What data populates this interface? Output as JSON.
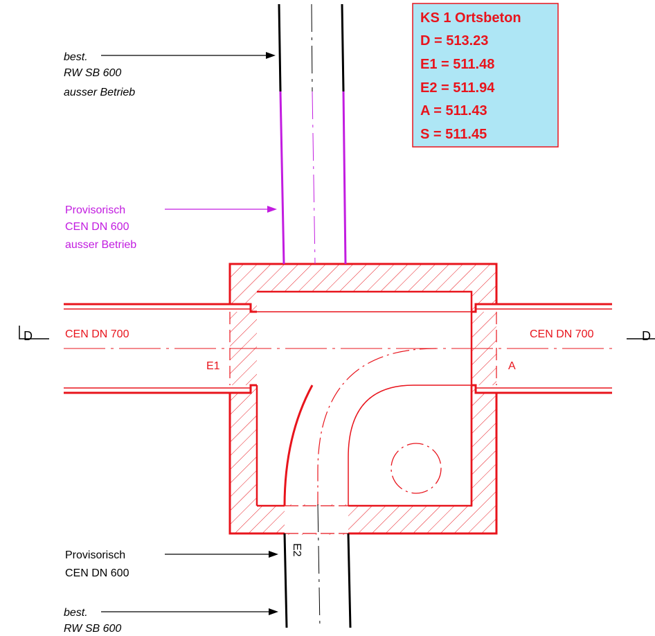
{
  "info_box": {
    "lines": [
      "KS 1 Ortsbeton",
      "D = 513.23",
      "E1 = 511.48",
      "E2 = 511.94",
      "A = 511.43",
      "S = 511.45"
    ],
    "fill": "#aee6f5",
    "text_color": "#e8141c"
  },
  "labels": {
    "top_existing": [
      "best.",
      "RW SB 600",
      "ausser Betrieb"
    ],
    "provisional_top": [
      "Provisorisch",
      "CEN DN 600",
      "ausser Betrieb"
    ],
    "pipe_left": "CEN DN 700",
    "pipe_right": "CEN DN 700",
    "section_left": "D",
    "section_right": "D",
    "inlet_e1": "E1",
    "outlet_a": "A",
    "inlet_e2": "E2",
    "provisional_bottom": [
      "Provisorisch",
      "CEN DN 600"
    ],
    "bottom_existing": [
      "best.",
      "RW SB 600"
    ]
  },
  "colors": {
    "structure": "#e8141c",
    "provisional": "#c21ce0",
    "existing": "#000000"
  }
}
